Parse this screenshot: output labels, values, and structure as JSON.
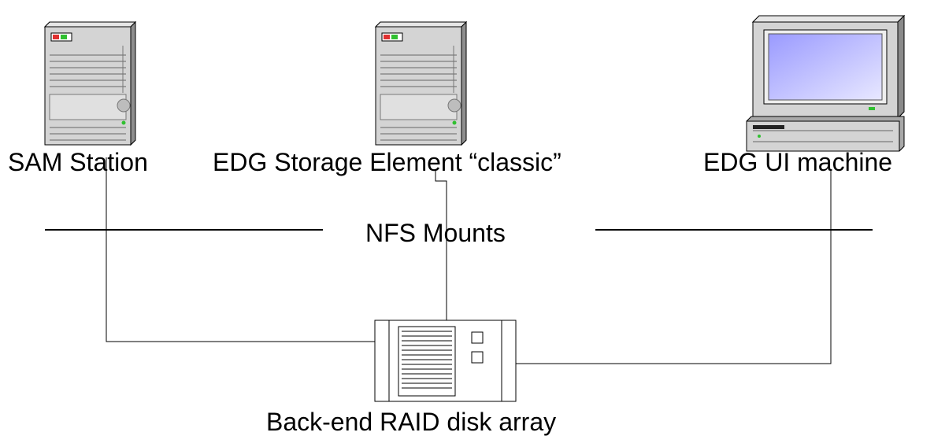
{
  "nodes": {
    "sam_station": {
      "label": "SAM Station",
      "icon": "server-tower-icon"
    },
    "storage_element": {
      "label": "EDG Storage Element “classic”",
      "icon": "server-tower-icon"
    },
    "ui_machine": {
      "label": "EDG UI machine",
      "icon": "desktop-computer-icon"
    },
    "raid_array": {
      "label": "Back-end RAID disk array",
      "icon": "raid-disk-array-icon"
    }
  },
  "mounts": {
    "label": "NFS Mounts"
  },
  "colors": {
    "line": "#000000",
    "case": "#d4d4d4",
    "case_dark": "#a8a8a8",
    "screen": "#b8b8ff",
    "led_red": "#e03030",
    "led_green": "#30c030"
  }
}
